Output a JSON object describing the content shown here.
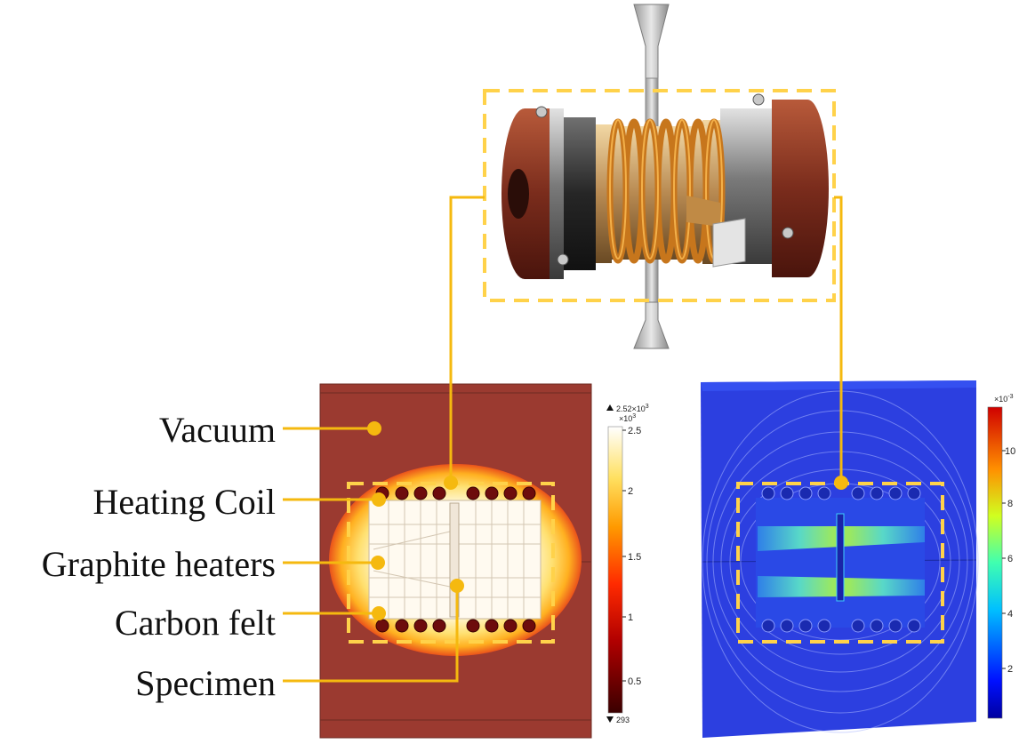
{
  "colors": {
    "leader": "#f5b90f",
    "dashed_box": "#ffd24a",
    "temperature_background": "#9b3a30",
    "field_background": "#2c3fe0"
  },
  "labels": {
    "vacuum": "Vacuum",
    "heating_coil": "Heating Coil",
    "graphite_heaters": "Graphite heaters",
    "carbon_felt": "Carbon felt",
    "specimen": "Specimen"
  },
  "temperature_colorbar": {
    "max_label": "2.52×10",
    "max_exp": "3",
    "multiplier": "×10",
    "multiplier_exp": "3",
    "min_label": "293",
    "ticks": [
      "2.5",
      "2",
      "1.5",
      "1",
      "0.5"
    ]
  },
  "field_colorbar": {
    "multiplier": "×10",
    "multiplier_exp": "-3",
    "ticks": [
      "10",
      "8",
      "6",
      "4",
      "2"
    ]
  }
}
